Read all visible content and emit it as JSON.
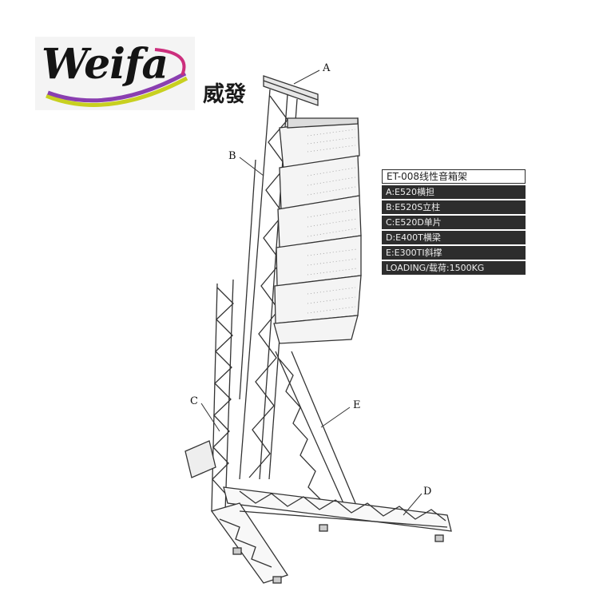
{
  "logo": {
    "word": "Weifa",
    "chinese": "威發"
  },
  "callouts": {
    "a": "A",
    "b": "B",
    "c": "C",
    "d": "D",
    "e": "E"
  },
  "legend": {
    "title": "ET-008线性音箱架",
    "rows": [
      "A:E520横担",
      "B:E520S立柱",
      "C:E520D单片",
      "D:E400T横梁",
      "E:E300TI斜撑",
      "LOADING/载荷:1500KG"
    ]
  },
  "colors": {
    "truss": "#333333",
    "legend_bg": "#2d2d2d",
    "logo_swoosh": "#8a3fb0"
  }
}
